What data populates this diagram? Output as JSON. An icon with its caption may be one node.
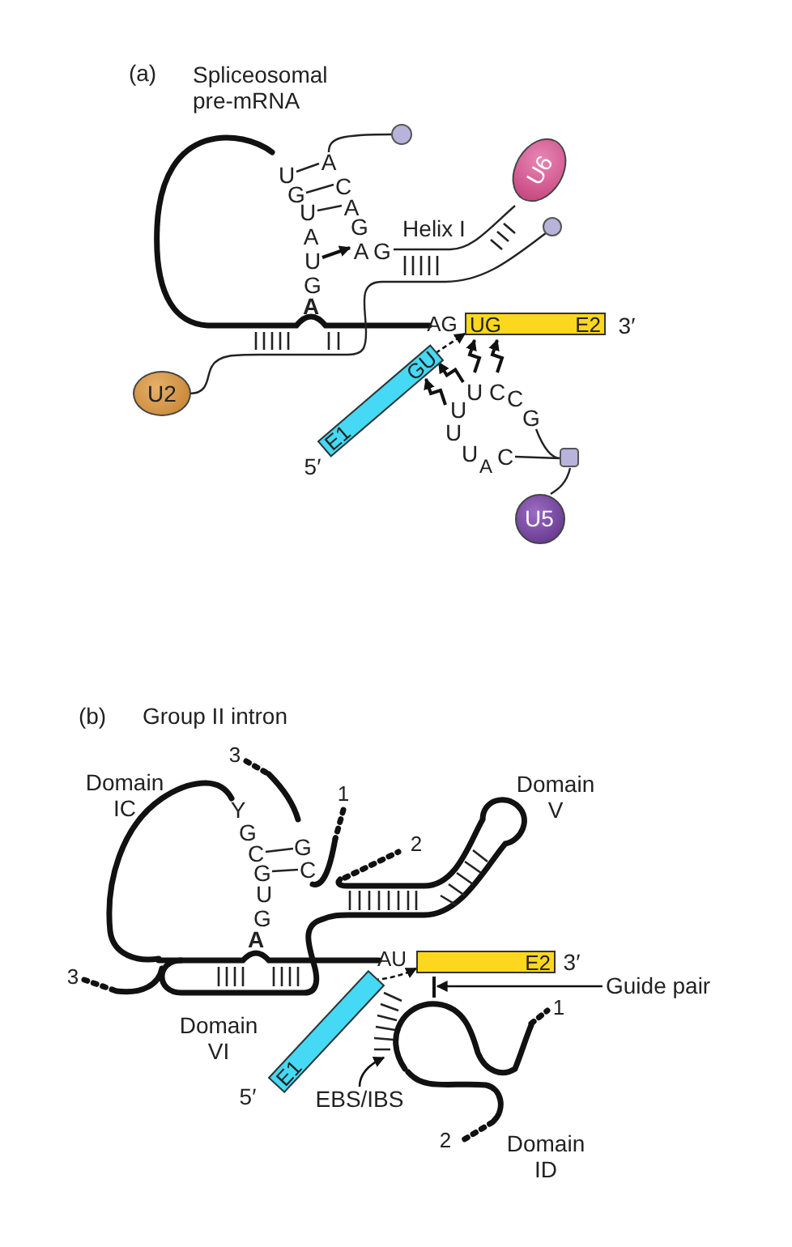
{
  "diagram": {
    "nodes": [
      {
        "text": [
          "U6"
        ]
      },
      {
        "text": [
          "U2"
        ]
      },
      {
        "text": [
          "U5"
        ]
      },
      {
        "text": [
          "UG",
          "E2"
        ],
        "beside": [
          "3′"
        ]
      },
      {
        "text": [
          "GU",
          "E1"
        ],
        "beside": [
          "5′"
        ]
      },
      {
        "text": [
          "E2"
        ],
        "beside": [
          "3′"
        ]
      },
      {
        "text": [
          "E1"
        ],
        "beside": [
          "5′"
        ]
      },
      {
        "text": [
          "Guide pair"
        ]
      },
      {
        "text": [
          "EBS/IBS"
        ]
      },
      {
        "text": [],
        "shape": "bar"
      }
    ],
    "edges": [
      {
        "from": 4,
        "to": 3,
        "arrow": "to",
        "style": "dashed"
      },
      {
        "from": 6,
        "to": 5,
        "arrow": "to",
        "style": "dashed"
      },
      {
        "from": 7,
        "to": 9,
        "arrow": "to"
      },
      {
        "from": 8,
        "to": null,
        "arrow": "to"
      }
    ],
    "labels": [
      "(a)",
      "Spliceosomal pre-mRNA",
      "A",
      "U",
      "C",
      "G",
      "A",
      "U",
      "G",
      "Helix I",
      "A",
      "A",
      "G",
      "U",
      "G",
      "A",
      "AG",
      "U",
      "C",
      "C",
      "U",
      "G",
      "U",
      "U",
      "C",
      "A",
      "(b)",
      "Group II intron",
      "3",
      "Domain IC",
      "Domain V",
      "1",
      "Y",
      "G",
      "2",
      "G",
      "C",
      "C",
      "G",
      "U",
      "G",
      "A",
      "AU",
      "3",
      "Domain VI",
      "1",
      "2",
      "Domain ID"
    ]
  }
}
